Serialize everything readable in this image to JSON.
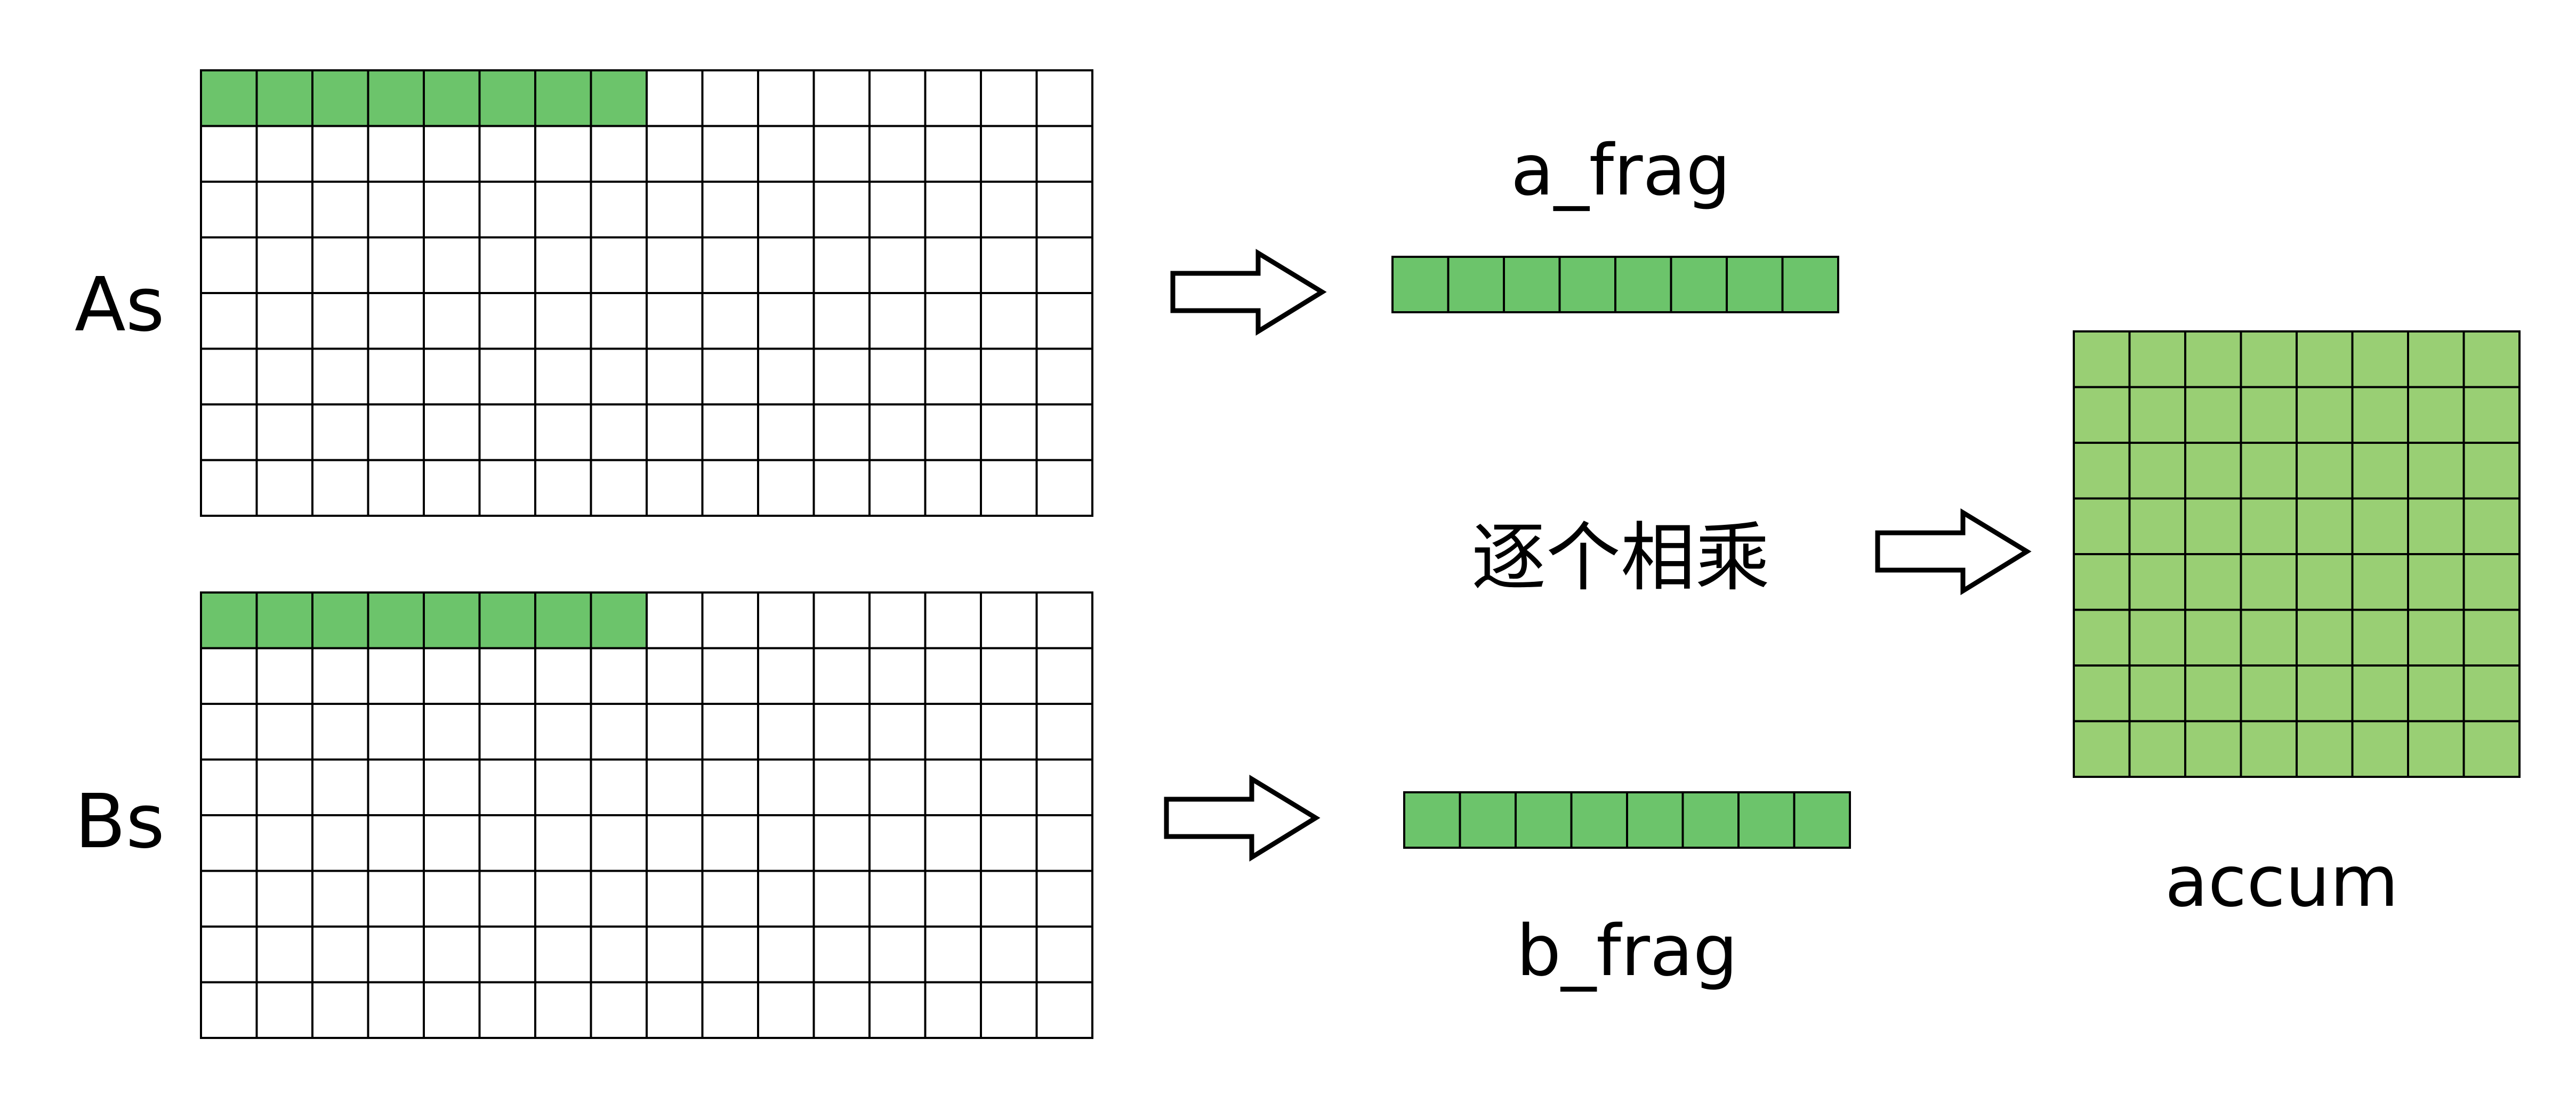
{
  "labels": {
    "as": "As",
    "bs": "Bs",
    "a_frag": "a_frag",
    "b_frag": "b_frag",
    "multiply": "逐个相乘",
    "accum": "accum"
  },
  "matrices": {
    "as": {
      "rows": 8,
      "cols": 16,
      "highlight_row": 0,
      "highlight_cols": 8
    },
    "bs": {
      "rows": 8,
      "cols": 16,
      "highlight_row": 0,
      "highlight_cols": 8
    },
    "a_frag": {
      "rows": 1,
      "cols": 8
    },
    "b_frag": {
      "rows": 1,
      "cols": 8
    },
    "accum": {
      "rows": 8,
      "cols": 8
    }
  },
  "colors": {
    "frag_fill": "#6cc46b",
    "accum_fill": "#99cf74",
    "empty_fill": "#ffffff",
    "grid_line": "#000000"
  }
}
